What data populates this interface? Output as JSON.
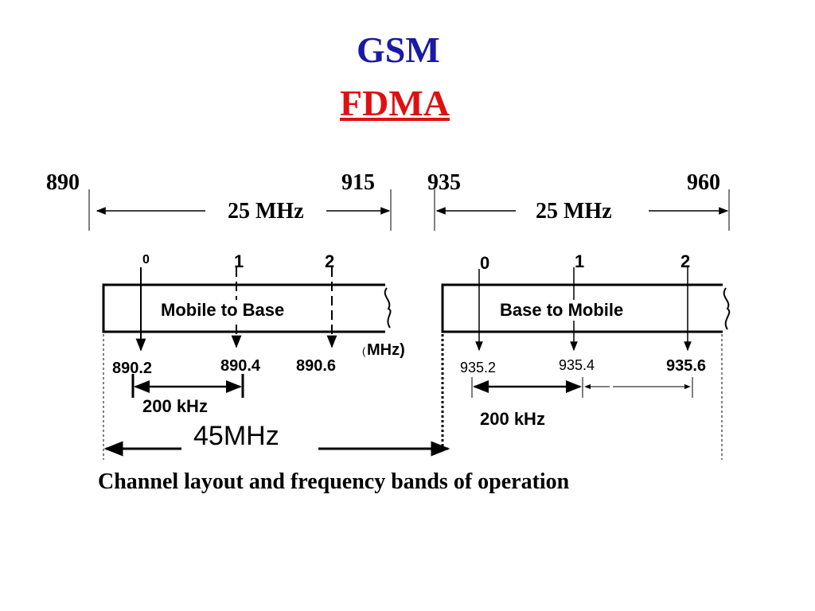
{
  "title": {
    "line1": "GSM",
    "line2": "FDMA",
    "line1_color": "#1a1aa6",
    "line2_color": "#e01010"
  },
  "uplink_band": {
    "start": "890",
    "end": "915",
    "width": "25 MHz"
  },
  "downlink_band": {
    "start": "935",
    "end": "960",
    "width": "25 MHz"
  },
  "mobile_to_base": {
    "label": "Mobile to Base",
    "channel_numbers": [
      "0",
      "1",
      "2"
    ],
    "frequencies": [
      "890.2",
      "890.4",
      "890.6"
    ],
    "spacing": "200 kHz",
    "unit_open": "(",
    "unit": "MHz)"
  },
  "base_to_mobile": {
    "label": "Base to Mobile",
    "channel_numbers": [
      "0",
      "1",
      "2"
    ],
    "frequencies": [
      "935.2",
      "935.4",
      "935.6"
    ],
    "spacing": "200 kHz"
  },
  "duplex_spacing": "45MHz",
  "caption": "Channel layout and frequency bands of operation"
}
